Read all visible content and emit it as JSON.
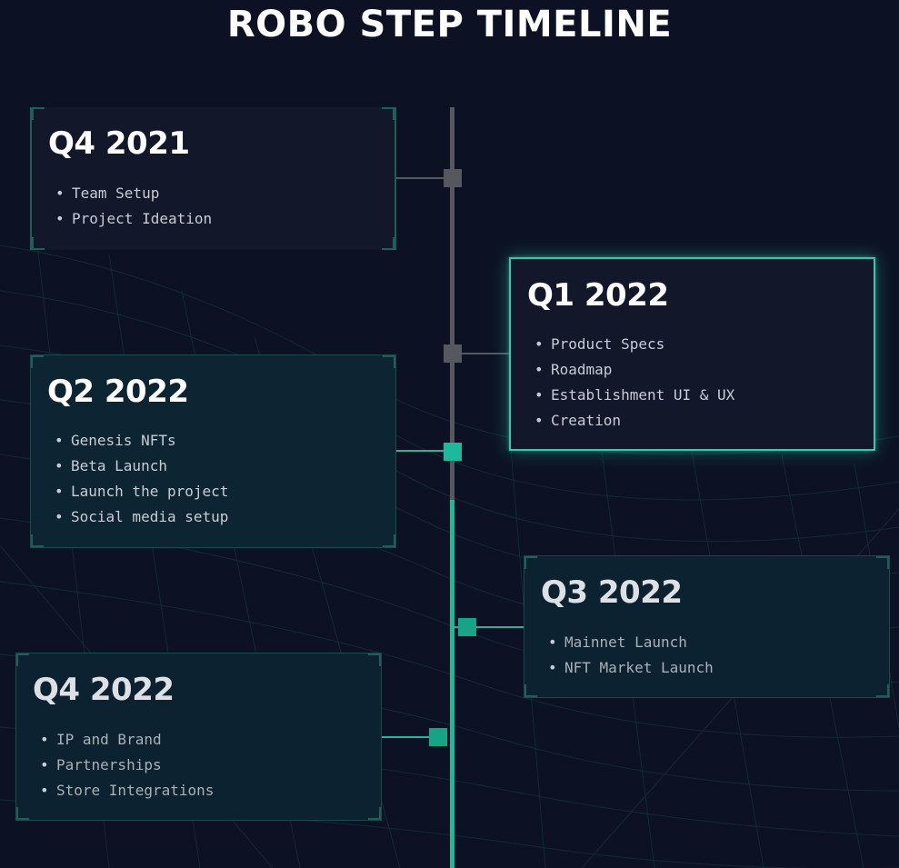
{
  "page": {
    "title": "ROBO STEP TIMELINE"
  },
  "colors": {
    "background": "#0c1224",
    "line_inactive": "#55585f",
    "line_active": "#1db99a",
    "card_border": "#1d5f59",
    "card_active_border": "#3fc3a8"
  },
  "milestones": [
    {
      "title": "Q4 2021",
      "items": [
        "Team Setup",
        "Project Ideation"
      ],
      "status": "complete"
    },
    {
      "title": "Q1 2022",
      "items": [
        "Product Specs",
        "Roadmap",
        "Establishment UI & UX",
        "Creation"
      ],
      "status": "highlighted"
    },
    {
      "title": "Q2 2022",
      "items": [
        "Genesis NFTs",
        "Beta Launch",
        "Launch the project",
        "Social media setup"
      ],
      "status": "current"
    },
    {
      "title": "Q3 2022",
      "items": [
        "Mainnet Launch",
        "NFT Market Launch"
      ],
      "status": "upcoming"
    },
    {
      "title": "Q4 2022",
      "items": [
        "IP and Brand",
        "Partnerships",
        "Store Integrations"
      ],
      "status": "upcoming"
    }
  ]
}
